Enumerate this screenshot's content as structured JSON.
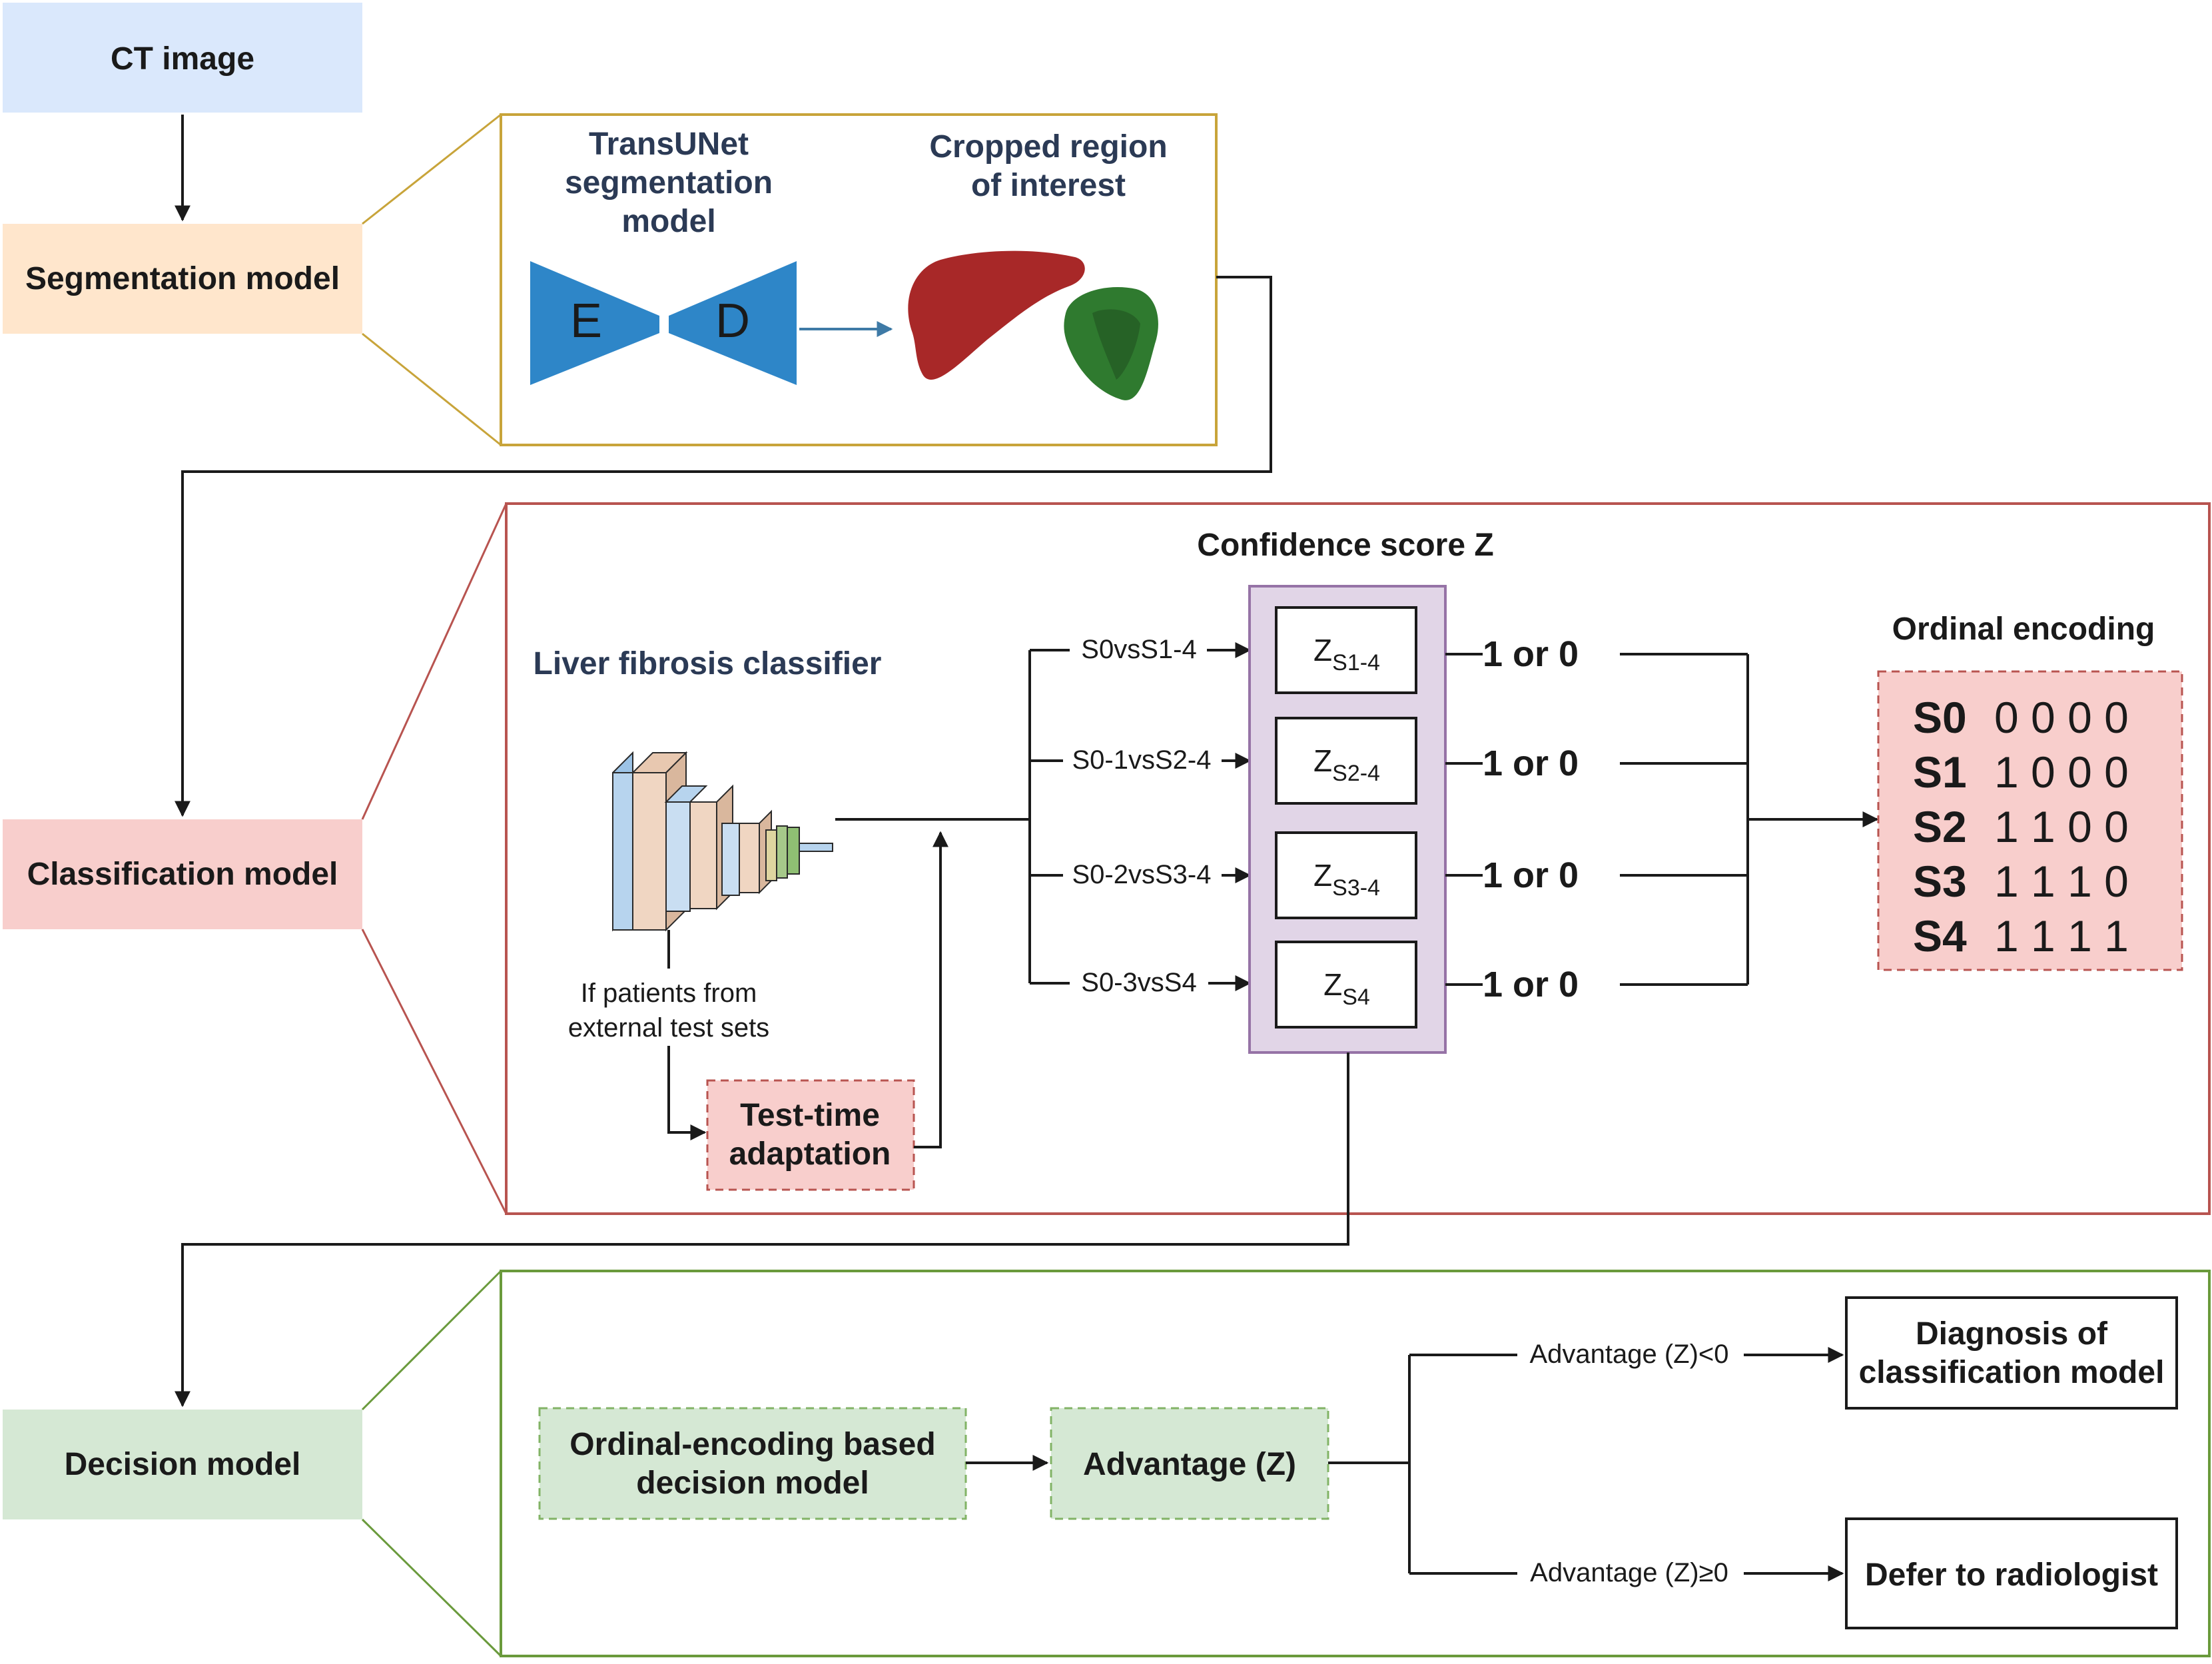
{
  "pipeline": {
    "ct_image": "CT image",
    "segmentation": "Segmentation model",
    "classification": "Classification model",
    "decision": "Decision model"
  },
  "segmentation_panel": {
    "model_label": [
      "TransUNet",
      "segmentation",
      "model"
    ],
    "encoder": "E",
    "decoder": "D",
    "roi_label": [
      "Cropped region",
      "of interest"
    ]
  },
  "classification_panel": {
    "classifier_label": "Liver fibrosis classifier",
    "external_note": [
      "If patients from",
      "external test sets"
    ],
    "tta": [
      "Test-time",
      "adaptation"
    ],
    "confidence_title": "Confidence score Z",
    "tasks": [
      "S0vsS1-4",
      "S0-1vsS2-4",
      "S0-2vsS3-4",
      "S0-3vsS4"
    ],
    "scores": [
      {
        "base": "Z",
        "sub": "S1-4"
      },
      {
        "base": "Z",
        "sub": "S2-4"
      },
      {
        "base": "Z",
        "sub": "S3-4"
      },
      {
        "base": "Z",
        "sub": "S4"
      }
    ],
    "outputs": [
      "1 or 0",
      "1 or 0",
      "1 or 0",
      "1 or 0"
    ],
    "encoding_title": "Ordinal encoding",
    "encoding_rows": [
      {
        "stage": "S0",
        "code": "0 0 0 0"
      },
      {
        "stage": "S1",
        "code": "1 0 0 0"
      },
      {
        "stage": "S2",
        "code": "1 1 0 0"
      },
      {
        "stage": "S3",
        "code": "1 1 1 0"
      },
      {
        "stage": "S4",
        "code": "1 1 1 1"
      }
    ]
  },
  "decision_panel": {
    "ordinal_model": [
      "Ordinal-encoding based",
      "decision model"
    ],
    "advantage": "Advantage (Z)",
    "branch_neg": "Advantage (Z)<0",
    "branch_pos": "Advantage (Z)≥0",
    "diagnosis": [
      "Diagnosis of",
      "classification model"
    ],
    "defer": "Defer to radiologist"
  },
  "colors": {
    "ct_fill": "#dae8fc",
    "seg_fill": "#ffe6cc",
    "seg_border": "#c8a43a",
    "cls_fill": "#f8cecc",
    "cls_border": "#b85450",
    "dec_fill": "#d5e8d4",
    "dec_border": "#6a9a3c",
    "score_fill": "#e1d5e7",
    "score_border": "#9673a6",
    "unet_blue": "#2e86c8",
    "liver_red": "#a82828",
    "spleen_green": "#2f7a2f"
  }
}
